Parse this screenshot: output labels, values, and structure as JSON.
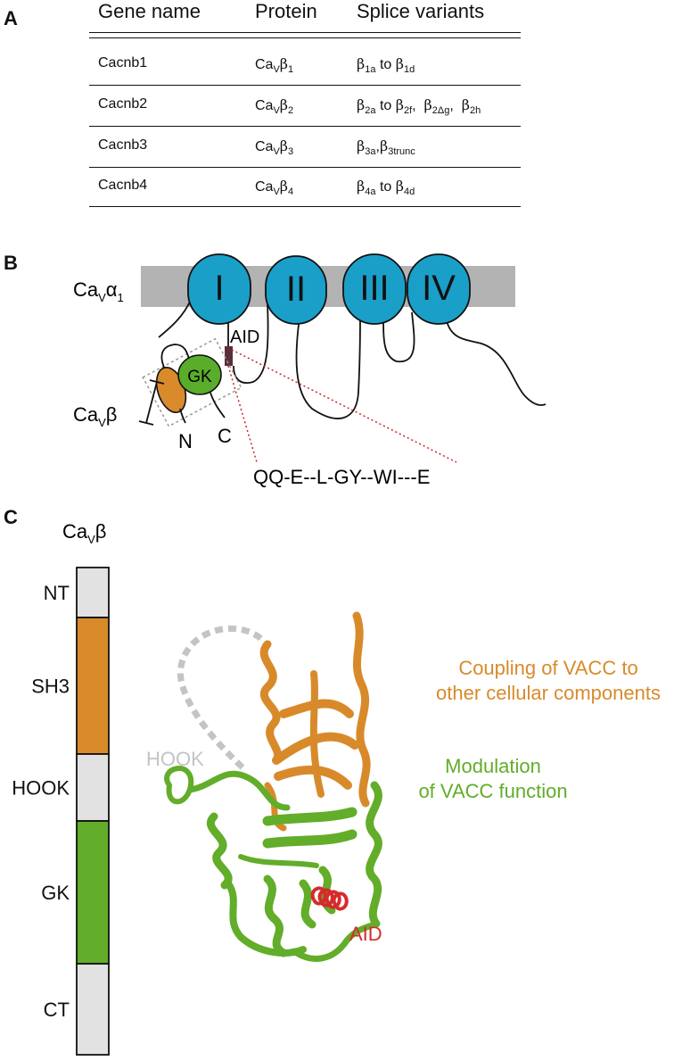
{
  "panel_letters": {
    "a": "A",
    "b": "B",
    "c": "C"
  },
  "table": {
    "headers": [
      "Gene name",
      "Protein",
      "Splice variants"
    ],
    "rows": [
      {
        "gene": "Cacnb1",
        "protein_base": "Ca",
        "protein_sub": "V",
        "protein_greek": "β",
        "protein_num": "1",
        "variants": [
          {
            "g": "β",
            "s": "1a"
          },
          {
            "t": " to "
          },
          {
            "g": "β",
            "s": "1d"
          }
        ]
      },
      {
        "gene": "Cacnb2",
        "protein_base": "Ca",
        "protein_sub": "V",
        "protein_greek": "β",
        "protein_num": "2",
        "variants": [
          {
            "g": "β",
            "s": "2a"
          },
          {
            "t": " to "
          },
          {
            "g": "β",
            "s": "2f"
          },
          {
            "t": ",  "
          },
          {
            "g": "β",
            "s": "2Δg"
          },
          {
            "t": ",  "
          },
          {
            "g": "β",
            "s": "2h"
          }
        ]
      },
      {
        "gene": "Cacnb3",
        "protein_base": "Ca",
        "protein_sub": "V",
        "protein_greek": "β",
        "protein_num": "3",
        "variants": [
          {
            "g": "β",
            "s": "3a"
          },
          {
            "t": ","
          },
          {
            "g": "β",
            "s": "3trunc"
          }
        ]
      },
      {
        "gene": "Cacnb4",
        "protein_base": "Ca",
        "protein_sub": "V",
        "protein_greek": "β",
        "protein_num": "4",
        "variants": [
          {
            "g": "β",
            "s": "4a"
          },
          {
            "t": " to "
          },
          {
            "g": "β",
            "s": "4d"
          }
        ]
      }
    ]
  },
  "panel_b": {
    "alpha_label": {
      "base": "Ca",
      "sub": "V",
      "greek": "α",
      "num": "1"
    },
    "domains": [
      "I",
      "II",
      "III",
      "IV"
    ],
    "aid_label": "AID",
    "gk_label": "GK",
    "beta_label": {
      "base": "Ca",
      "sub": "V",
      "greek": "β"
    },
    "n_label": "N",
    "c_label": "C",
    "sequence": "QQ-E--L-GY--WI---E",
    "colors": {
      "domain": "#1a9fc9",
      "membrane": "#b3b3b3",
      "gk": "#5aad2a",
      "sh3": "#d98a2b",
      "aid": "#5a2e3a",
      "dotted": "#d0202a"
    }
  },
  "panel_c": {
    "beta_label": {
      "base": "Ca",
      "sub": "V",
      "greek": "β"
    },
    "segments": [
      {
        "label": "NT",
        "color": "#e2e2e2"
      },
      {
        "label": "SH3",
        "color": "#d88a2b"
      },
      {
        "label": "HOOK",
        "color": "#e2e2e2"
      },
      {
        "label": "GK",
        "color": "#62ad29"
      },
      {
        "label": "CT",
        "color": "#e2e2e2"
      }
    ],
    "hook_label": "HOOK",
    "aid_label": "AID",
    "coupling_text": [
      "Coupling of VACC to",
      "other cellular components"
    ],
    "modulation_text": [
      "Modulation",
      "of VACC function"
    ],
    "colors": {
      "coupling": "#d88a2b",
      "modulation": "#62ad29",
      "aid": "#d62b2b",
      "hook": "#c4c4c4"
    }
  }
}
